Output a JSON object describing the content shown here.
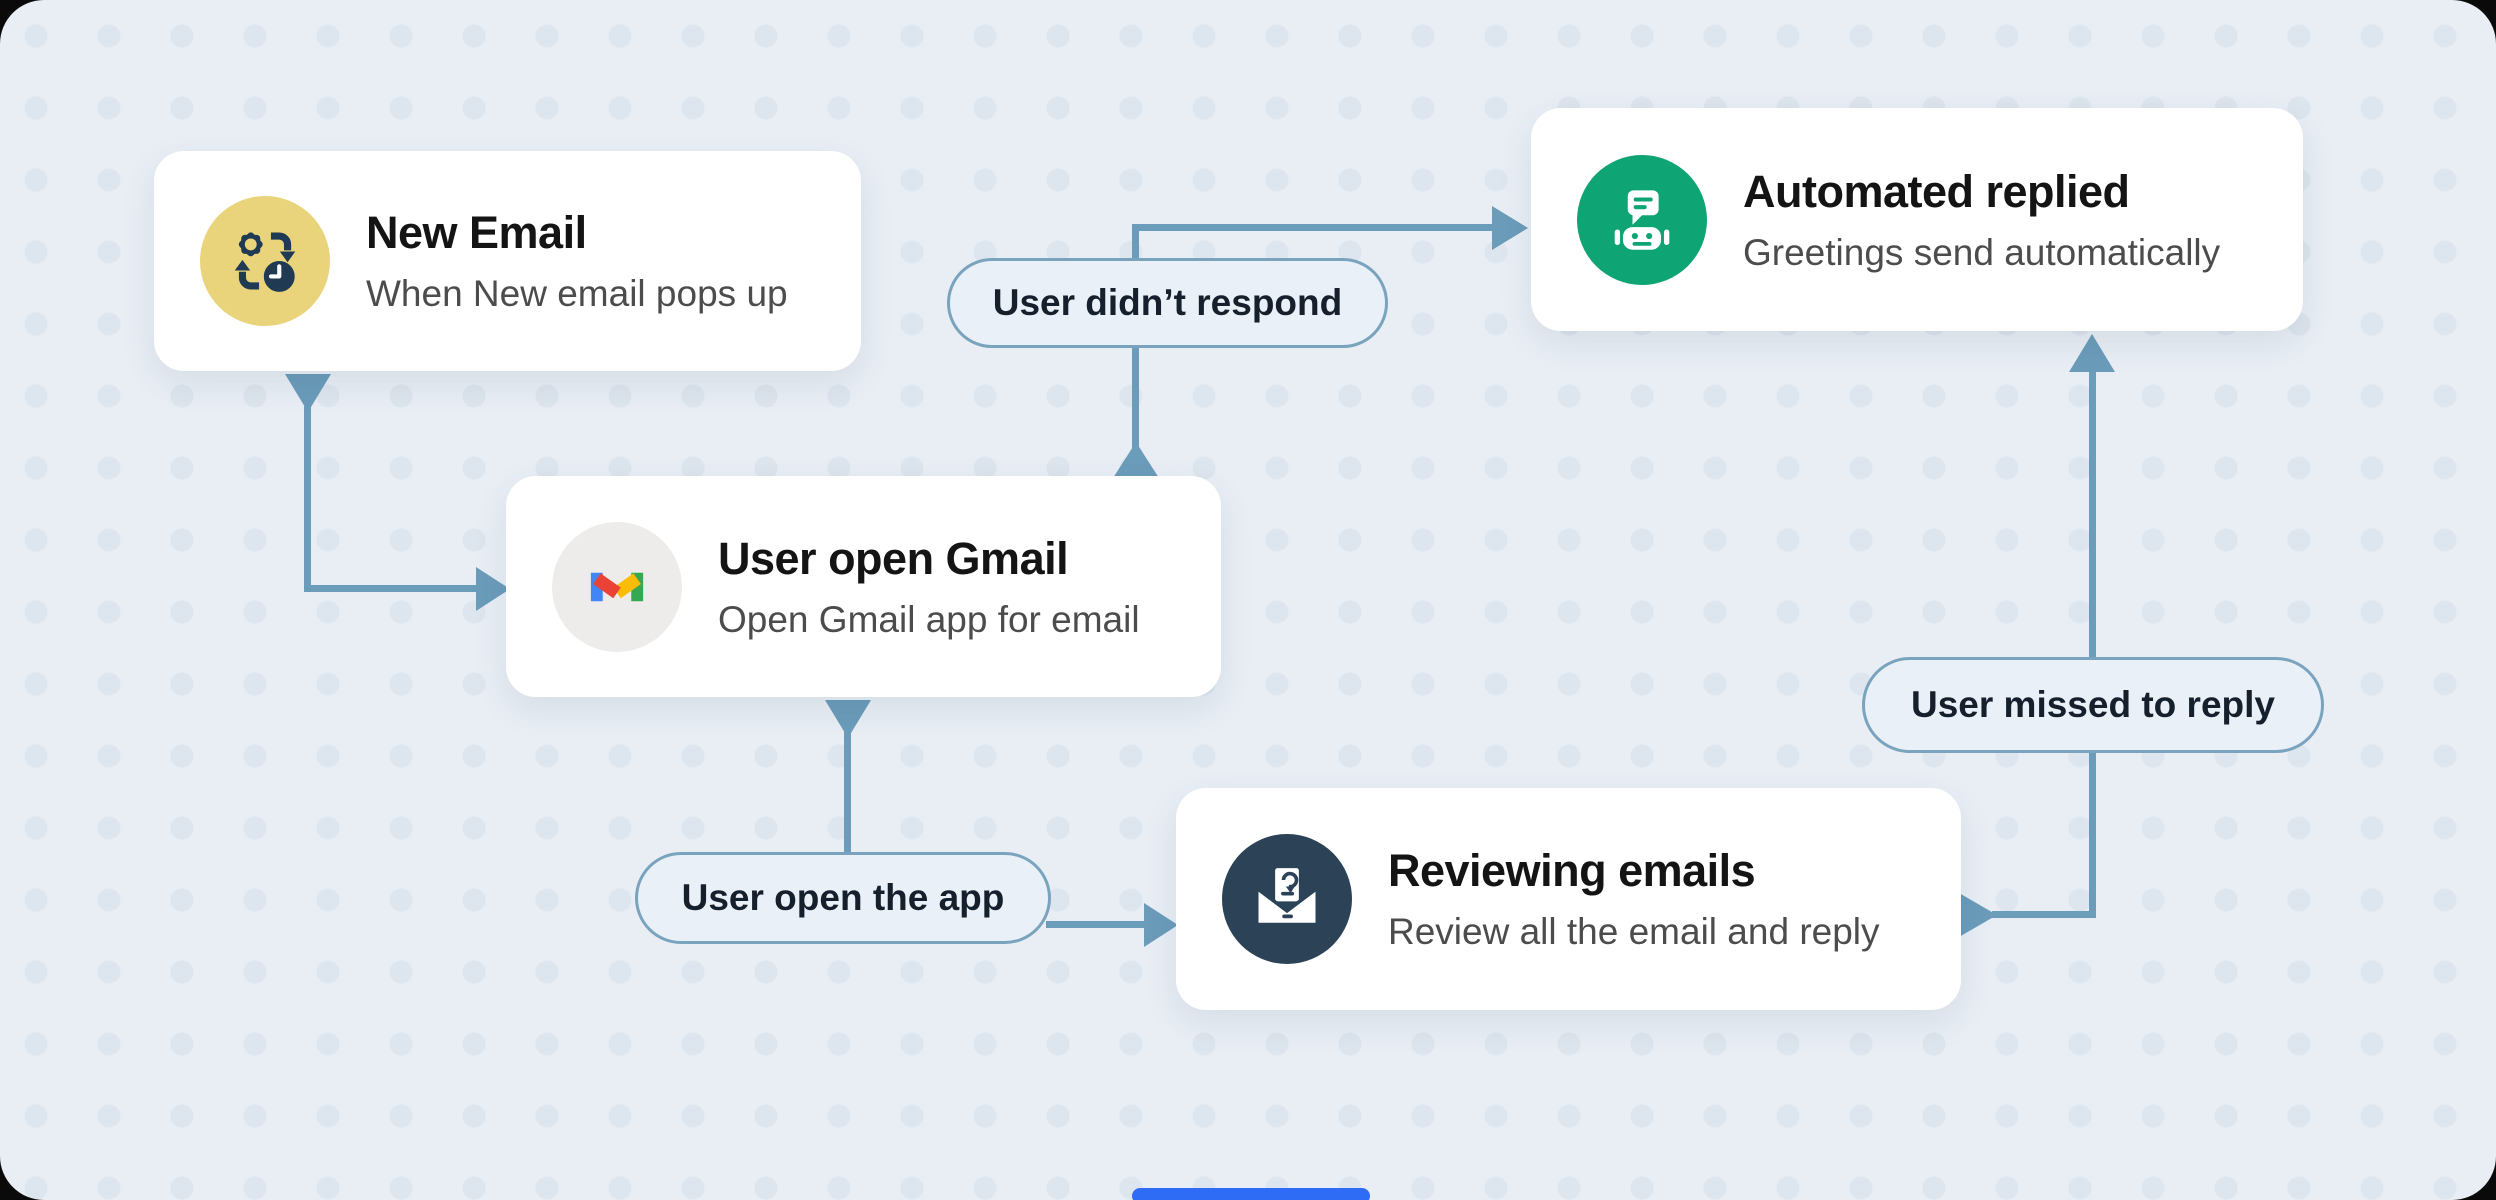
{
  "colors": {
    "frame": "#0a0a0a",
    "background": "#e9eef5",
    "grid_dot": "#dde5ee",
    "connector": "#6b9cba",
    "card_bg": "#ffffff",
    "card_title": "#141414",
    "card_subtitle": "#4c4c4c",
    "pill_bg": "#eaf0f7",
    "pill_border": "#7aa3be",
    "pill_text": "#15202c",
    "bottom_bar": "#2f6cf6",
    "icon_yellow_bg": "#e9d47b",
    "icon_gray_bg": "#eeeceb",
    "icon_green_bg": "#0ea473",
    "icon_navy_bg": "#2b4257",
    "icon_navy_glyph": "#1f3a52",
    "gmail_red": "#ea4335",
    "gmail_blue": "#4285f4",
    "gmail_green": "#34a853",
    "gmail_yellow": "#fbbc05"
  },
  "nodes": [
    {
      "id": "new-email",
      "title": "New Email",
      "subtitle": "When New email pops up",
      "icon": "automation-icon",
      "icon_bg": "#e9d47b"
    },
    {
      "id": "user-open-gmail",
      "title": "User open Gmail",
      "subtitle": "Open Gmail app for email",
      "icon": "gmail-icon",
      "icon_bg": "#eeeceb"
    },
    {
      "id": "automated-replied",
      "title": "Automated replied",
      "subtitle": "Greetings send automatically",
      "icon": "chatbot-icon",
      "icon_bg": "#0ea473"
    },
    {
      "id": "reviewing-emails",
      "title": "Reviewing emails",
      "subtitle": "Review all the email and reply",
      "icon": "email-review-icon",
      "icon_bg": "#2b4257"
    }
  ],
  "edge_labels": [
    {
      "id": "user-didnt-respond",
      "text": "User didn’t respond"
    },
    {
      "id": "user-open-the-app",
      "text": "User open the app"
    },
    {
      "id": "user-missed-to-reply",
      "text": "User missed to reply"
    }
  ]
}
